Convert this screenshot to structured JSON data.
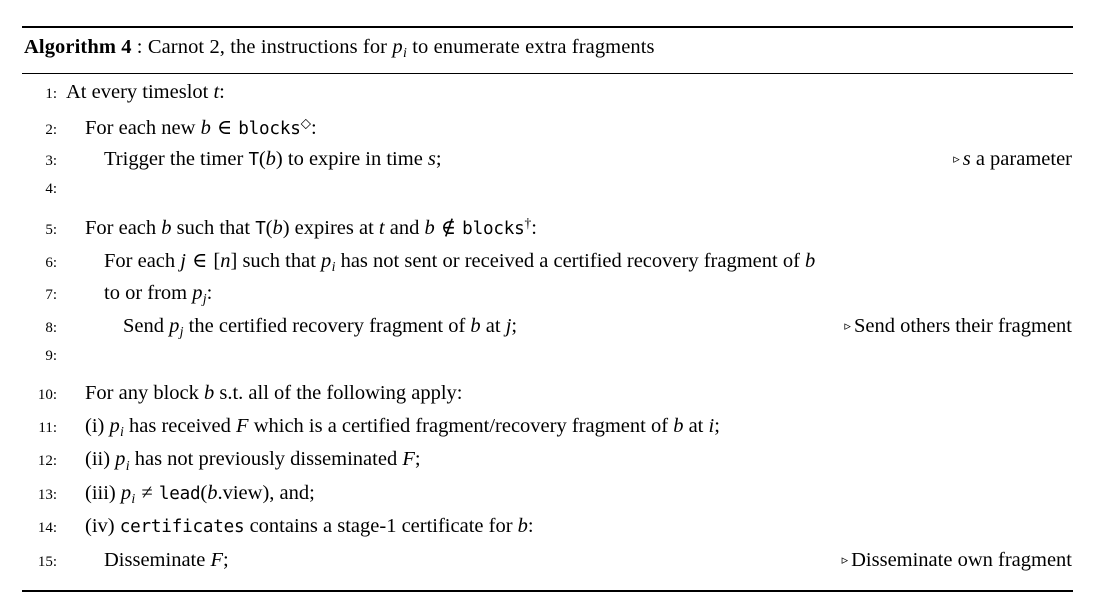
{
  "algorithm": {
    "label": "Algorithm 4",
    "separator": " : ",
    "title_parts": {
      "before_var": "Carnot 2, the instructions for ",
      "var": "p",
      "var_sub": "i",
      "after_var": " to enumerate extra fragments"
    },
    "title_plain": "Algorithm 4 : Carnot 2, the instructions for p_i to enumerate extra fragments",
    "comment_marker": "▹",
    "lines": [
      {
        "number": "1:",
        "indent": 0,
        "text_plain": "At every timeslot t:",
        "comment": ""
      },
      {
        "number": "2:",
        "indent": 1,
        "text_plain": "For each new b ∈ blocks◇:",
        "comment": ""
      },
      {
        "number": "3:",
        "indent": 2,
        "text_plain": "Trigger the timer T(b) to expire in time s;",
        "comment": "s a parameter"
      },
      {
        "number": "4:",
        "indent": 0,
        "text_plain": "",
        "comment": ""
      },
      {
        "number": "5:",
        "indent": 1,
        "text_plain": "For each b such that T(b) expires at t and b ∉ blocks†:",
        "comment": ""
      },
      {
        "number": "6:",
        "indent": 2,
        "text_plain": "For each j ∈ [n] such that p_i has not sent or received a certified recovery fragment of b",
        "comment": ""
      },
      {
        "number": "7:",
        "indent": 2,
        "text_plain": "to or from p_j:",
        "comment": ""
      },
      {
        "number": "8:",
        "indent": 3,
        "text_plain": "Send p_j the certified recovery fragment of b at j;",
        "comment": "Send others their fragment"
      },
      {
        "number": "9:",
        "indent": 0,
        "text_plain": "",
        "comment": ""
      },
      {
        "number": "10:",
        "indent": 1,
        "text_plain": "For any block b s.t. all of the following apply:",
        "comment": ""
      },
      {
        "number": "11:",
        "indent": 1,
        "text_plain": "(i) p_i has received F which is a certified fragment/recovery fragment of b at i;",
        "comment": ""
      },
      {
        "number": "12:",
        "indent": 1,
        "text_plain": "(ii) p_i has not previously disseminated F;",
        "comment": ""
      },
      {
        "number": "13:",
        "indent": 1,
        "text_plain": "(iii) p_i ≠ lead(b.view), and;",
        "comment": ""
      },
      {
        "number": "14:",
        "indent": 1,
        "text_plain": "(iv) certificates contains a stage-1 certificate for b:",
        "comment": ""
      },
      {
        "number": "15:",
        "indent": 2,
        "text_plain": "Disseminate F;",
        "comment": "Disseminate own fragment"
      }
    ]
  }
}
